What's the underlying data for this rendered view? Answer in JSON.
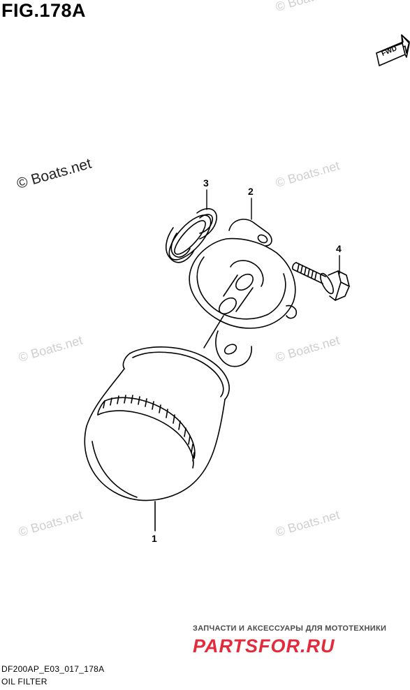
{
  "figure": {
    "title": "FIG.178A"
  },
  "watermarks": {
    "prominent": "© Boats.net",
    "faded": "© Boats.net"
  },
  "fwd_arrow": {
    "label": "FWD"
  },
  "callouts": {
    "filter": "1",
    "adapter": "2",
    "oring": "3",
    "bolt": "4"
  },
  "footer": {
    "code": "DF200AP_E03_017_178A",
    "section": "OIL FILTER"
  },
  "promo": {
    "tagline": "ЗАПЧАСТИ И АКСЕССУАРЫ ДЛЯ МОТОТЕХНИКИ",
    "logo": "PARTSFOR.RU"
  }
}
